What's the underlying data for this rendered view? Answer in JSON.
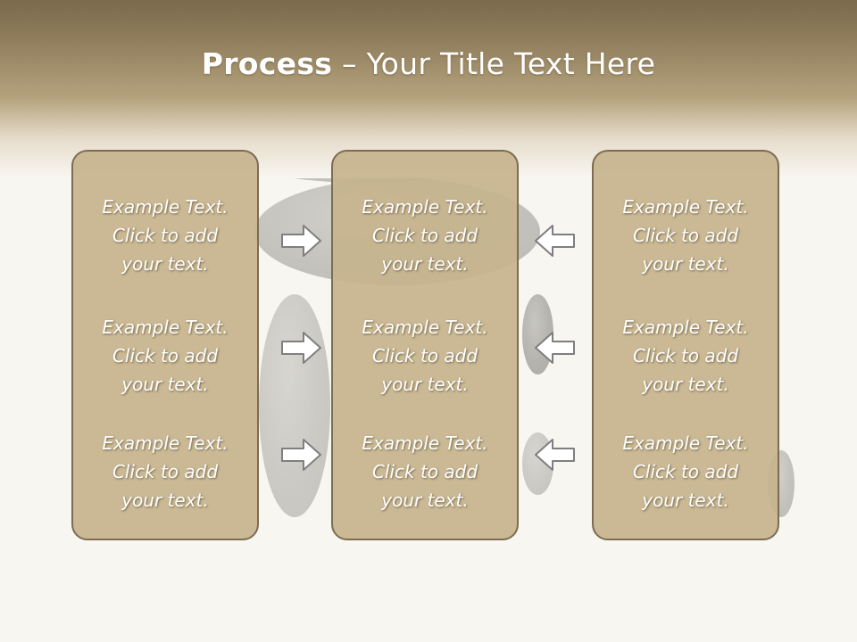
{
  "slide": {
    "title_bold": "Process",
    "title_rest": " – Your Title Text Here"
  },
  "boxes": [
    {
      "items": [
        {
          "lines": [
            "Example Text.",
            "Click  to add",
            "your text."
          ]
        },
        {
          "lines": [
            "Example Text.",
            "Click  to add",
            "your text."
          ]
        },
        {
          "lines": [
            "Example Text.",
            "Click  to add",
            "your text."
          ]
        }
      ]
    },
    {
      "items": [
        {
          "lines": [
            "Example Text.",
            "Click  to add",
            "your text."
          ]
        },
        {
          "lines": [
            "Example Text.",
            "Click  to add",
            "your text."
          ]
        },
        {
          "lines": [
            "Example Text.",
            "Click  to add",
            "your text."
          ]
        }
      ]
    },
    {
      "items": [
        {
          "lines": [
            "Example Text.",
            "Click  to add",
            "your text."
          ]
        },
        {
          "lines": [
            "Example Text.",
            "Click  to add",
            "your text."
          ]
        },
        {
          "lines": [
            "Example Text.",
            "Click  to add",
            "your text."
          ]
        }
      ]
    }
  ],
  "icons": {
    "left_arrows": "arrow-right-icon",
    "right_arrows": "arrow-left-icon"
  },
  "colors": {
    "header": "#8d7b5a",
    "box_fill": "#c6b48d",
    "box_border": "#7d6c52",
    "arrow_fill": "#ffffff",
    "arrow_stroke": "#7f7f7f"
  }
}
